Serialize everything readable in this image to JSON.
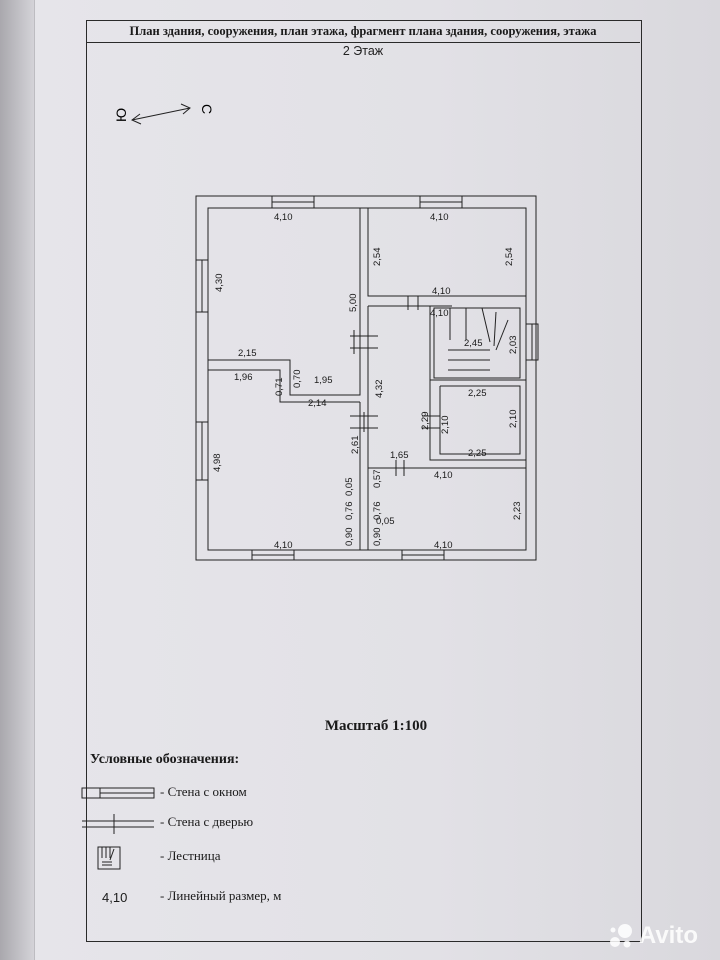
{
  "title": "План здания, сооружения, план этажа, фрагмент плана здания, сооружения, этажа",
  "floor": "2 Этаж",
  "compass": {
    "north_label": "Ю",
    "south_label": "С",
    "icon": "compass-arrow-icon"
  },
  "plan_dimensions": {
    "room_nw_top": "4,10",
    "room_nw_left": "4,30",
    "room_nw_right": "5,00",
    "room_nw_bottom": "2,15",
    "room_ne_top": "4,10",
    "room_ne_left": "2,54",
    "room_ne_right": "2,54",
    "room_ne_bottom": "4,10",
    "stair_top": "4,10",
    "stair_right": "2,03",
    "stair_bottom": "2,45",
    "hall_left": "4,32",
    "step_196": "1,96",
    "step_070": "0,70",
    "step_195": "1,95",
    "step_071": "0,71",
    "step_214": "2,14",
    "room_sw_left": "4,98",
    "room_sw_right": "2,61",
    "room_sw_bottom": "4,10",
    "bath_top": "2,25",
    "bath_left": "2,10",
    "bath_right": "2,10",
    "bath_bottom": "2,25",
    "hall_229": "2,29",
    "hall_165": "1,65",
    "room_se_top": "4,10",
    "room_se_right": "2,23",
    "room_se_bottom": "4,10",
    "v_005a": "0,05",
    "v_076a": "0,76",
    "v_090a": "0,90",
    "v_057": "0,57",
    "v_076b": "0,76",
    "v_005b": "0,05",
    "v_090b": "0,90"
  },
  "scale": "Масштаб 1:100",
  "legend": {
    "title": "Условные обозначения:",
    "items": [
      {
        "icon": "wall-with-window-icon",
        "label": "- Стена с окном"
      },
      {
        "icon": "wall-with-door-icon",
        "label": "- Стена с дверью"
      },
      {
        "icon": "staircase-icon",
        "label": "- Лестница"
      },
      {
        "symbol": "4,10",
        "label": "- Линейный размер, м"
      }
    ]
  },
  "watermark": "Avito"
}
